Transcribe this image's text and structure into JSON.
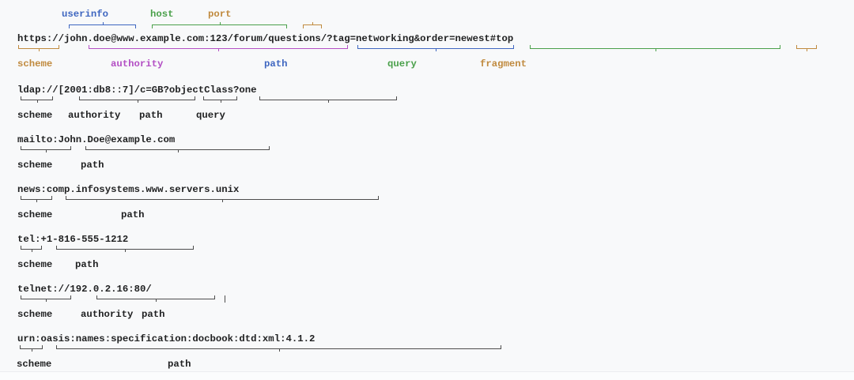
{
  "diagram": "URI syntax diagram",
  "colors": {
    "background": "#f8f9fa",
    "plain_text": "#202122",
    "plain_bracket": "#4d4d4d",
    "scheme": "#c08a3e",
    "authority": "#b34fc4",
    "path": "#3e66c0",
    "query": "#4aa04a",
    "fragment": "#c08a3e",
    "userinfo": "#3e66c0",
    "host": "#4aa04a",
    "port": "#c08a3e"
  },
  "examples": [
    {
      "uri": "https://john.doe@www.example.com:123/forum/questions/?tag=networking&order=newest#top",
      "top_labels": [
        "userinfo",
        "host",
        "port"
      ],
      "bottom_labels": [
        "scheme",
        "authority",
        "path",
        "query",
        "fragment"
      ]
    },
    {
      "uri": "ldap://[2001:db8::7]/c=GB?objectClass?one",
      "bottom_labels": [
        "scheme",
        "authority",
        "path",
        "query"
      ]
    },
    {
      "uri": "mailto:John.Doe@example.com",
      "bottom_labels": [
        "scheme",
        "path"
      ]
    },
    {
      "uri": "news:comp.infosystems.www.servers.unix",
      "bottom_labels": [
        "scheme",
        "path"
      ]
    },
    {
      "uri": "tel:+1-816-555-1212",
      "bottom_labels": [
        "scheme",
        "path"
      ]
    },
    {
      "uri": "telnet://192.0.2.16:80/",
      "bottom_labels": [
        "scheme",
        "authority",
        "path"
      ]
    },
    {
      "uri": "urn:oasis:names:specification:docbook:dtd:xml:4.1.2",
      "bottom_labels": [
        "scheme",
        "path"
      ]
    }
  ]
}
